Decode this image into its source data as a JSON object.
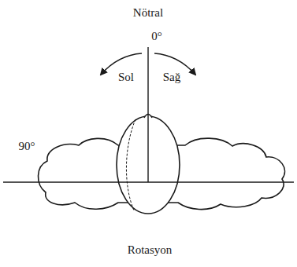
{
  "diagram": {
    "caption": "Rotasyon",
    "labels": [
      "Nötral",
      "0°",
      "Sol",
      "Sağ",
      "90°"
    ]
  }
}
